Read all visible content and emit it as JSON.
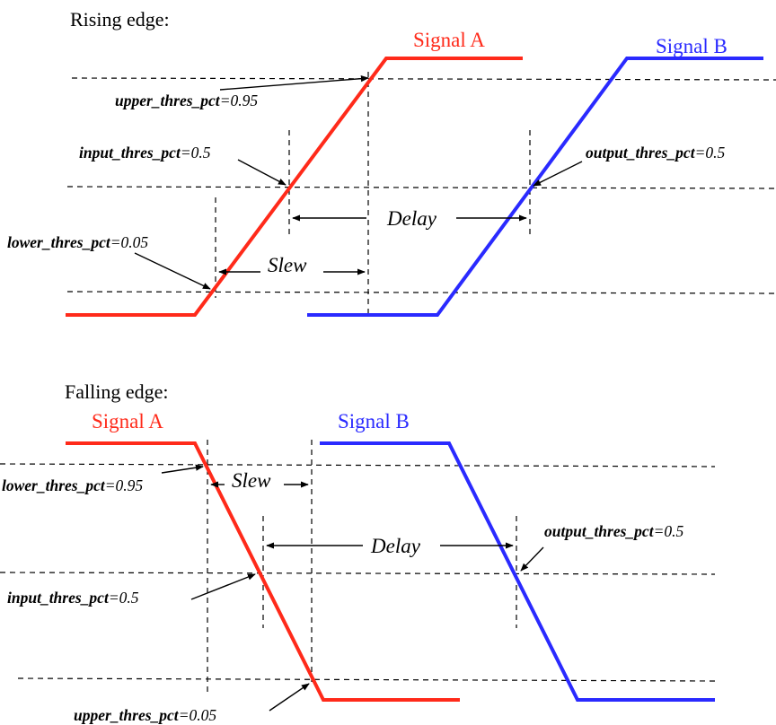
{
  "rising": {
    "title": "Rising edge:",
    "signal_a": "Signal A",
    "signal_b": "Signal B",
    "upper": {
      "name": "upper_thres_pct",
      "value": "=0.95"
    },
    "input": {
      "name": "input_thres_pct",
      "value": "=0.5"
    },
    "output": {
      "name": "output_thres_pct",
      "value": "=0.5"
    },
    "lower": {
      "name": "lower_thres_pct",
      "value": "=0.05"
    },
    "delay": "Delay",
    "slew": "Slew"
  },
  "falling": {
    "title": "Falling edge:",
    "signal_a": "Signal A",
    "signal_b": "Signal B",
    "lower": {
      "name": "lower_thres_pct",
      "value": "=0.95"
    },
    "input": {
      "name": "input_thres_pct",
      "value": "=0.5"
    },
    "output": {
      "name": "output_thres_pct",
      "value": "=0.5"
    },
    "upper": {
      "name": "upper_thres_pct",
      "value": "=0.05"
    },
    "delay": "Delay",
    "slew": "Slew"
  },
  "colors": {
    "signal_a": "#ff2a1a",
    "signal_b": "#2a2aff"
  }
}
